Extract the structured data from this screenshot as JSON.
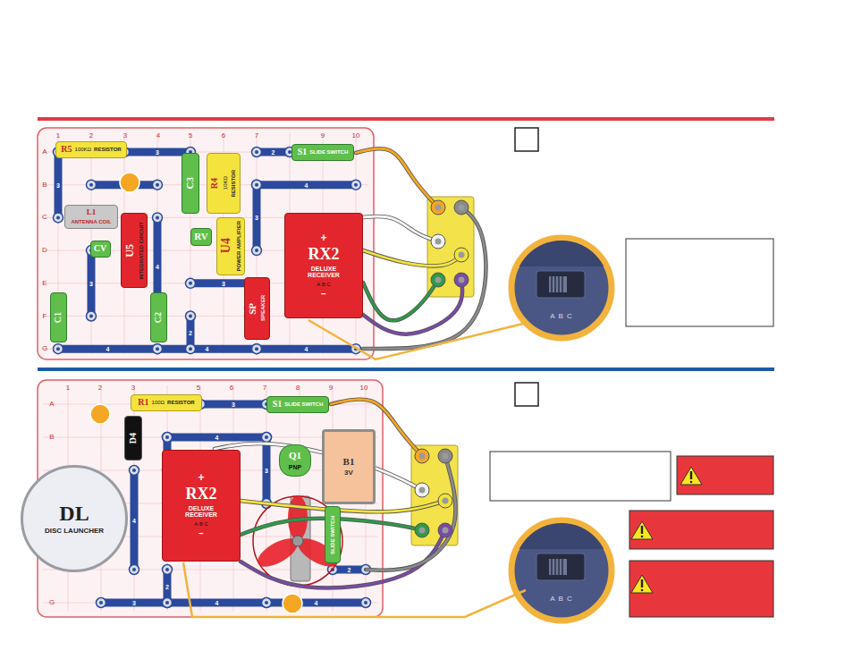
{
  "diagram": {
    "nodes": [
      {
        "text": [
          "R5",
          "100KΩ",
          "RESISTOR"
        ]
      },
      {
        "text": [
          "C3"
        ]
      },
      {
        "text": [
          "R4",
          "10KΩ",
          "RESISTOR"
        ]
      },
      {
        "text": [
          "S1",
          "SLIDE SWITCH"
        ]
      },
      {
        "text": [
          "L1",
          "ANTENNA COIL"
        ]
      },
      {
        "text": [
          "CV"
        ]
      },
      {
        "text": [
          "U5",
          "INTEGRATED CIRCUIT"
        ]
      },
      {
        "text": [
          "RV"
        ]
      },
      {
        "text": [
          "U4",
          "POWER AMPLIFIER"
        ]
      },
      {
        "text": [
          "+",
          "RX2",
          "DELUXE RECEIVER",
          "A B C",
          "−"
        ]
      },
      {
        "text": [
          "C1"
        ]
      },
      {
        "text": [
          "C2"
        ]
      },
      {
        "text": [
          "SP",
          "SPEAKER"
        ]
      },
      {
        "text": [
          "R1",
          "100Ω",
          "RESISTOR"
        ]
      },
      {
        "text": [
          "S1",
          "SLIDE SWITCH"
        ]
      },
      {
        "text": [
          "D4"
        ]
      },
      {
        "text": [
          "DL",
          "DISC LAUNCHER"
        ]
      },
      {
        "text": [
          "+",
          "RX2",
          "DELUXE RECEIVER",
          "A B C",
          "−"
        ]
      },
      {
        "text": [
          "Q1",
          "PNP"
        ]
      },
      {
        "text": [
          "B1",
          "3V"
        ]
      },
      {
        "text": [
          "SLIDE SWITCH"
        ]
      }
    ],
    "labels": [
      "1",
      "2",
      "3",
      "4",
      "5",
      "6",
      "7",
      "9",
      "10",
      "A",
      "B",
      "C",
      "D",
      "E",
      "F",
      "G",
      "3",
      "2",
      "4",
      "3",
      "4",
      "3",
      "3",
      "3",
      "4",
      "4",
      "4",
      "2",
      "A B C",
      "1",
      "2",
      "3",
      "5",
      "6",
      "7",
      "8",
      "9",
      "10",
      "A",
      "B",
      "G",
      "3",
      "4",
      "2",
      "3",
      "4",
      "4",
      "3",
      "2",
      "4",
      "A B C"
    ]
  }
}
